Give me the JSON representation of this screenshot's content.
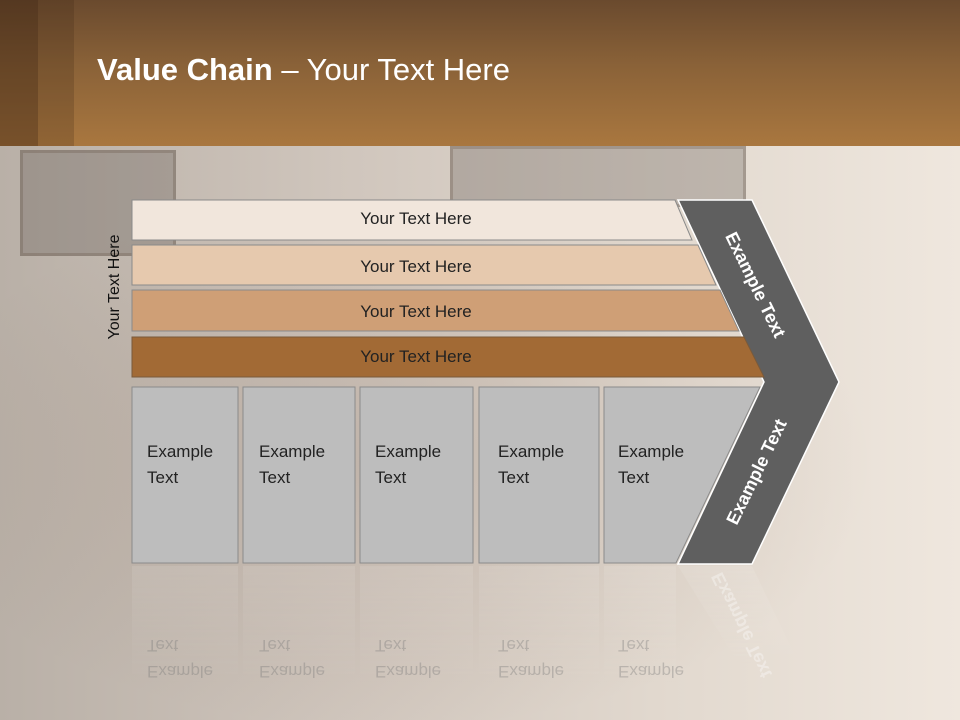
{
  "title": {
    "bold": "Value Chain",
    "rest": " – Your Text Here"
  },
  "side_label": "Your Text Here",
  "rows": [
    {
      "label": "Your Text Here",
      "color": "#f1e6dc"
    },
    {
      "label": "Your Text Here",
      "color": "#e6c9ae"
    },
    {
      "label": "Your Text Here",
      "color": "#cf9f76"
    },
    {
      "label": "Your Text Here",
      "color": "#a26a35"
    }
  ],
  "boxes": [
    {
      "line1": "Example",
      "line2": "Text"
    },
    {
      "line1": "Example",
      "line2": "Text"
    },
    {
      "line1": "Example",
      "line2": "Text"
    },
    {
      "line1": "Example",
      "line2": "Text"
    },
    {
      "line1": "Example",
      "line2": "Text"
    }
  ],
  "chevron": {
    "upper_label": "Example Text",
    "lower_label": "Example Text",
    "color": "#5f5f5f"
  },
  "colors": {
    "header": "#8a6238",
    "box_fill": "#bdbdbd"
  }
}
